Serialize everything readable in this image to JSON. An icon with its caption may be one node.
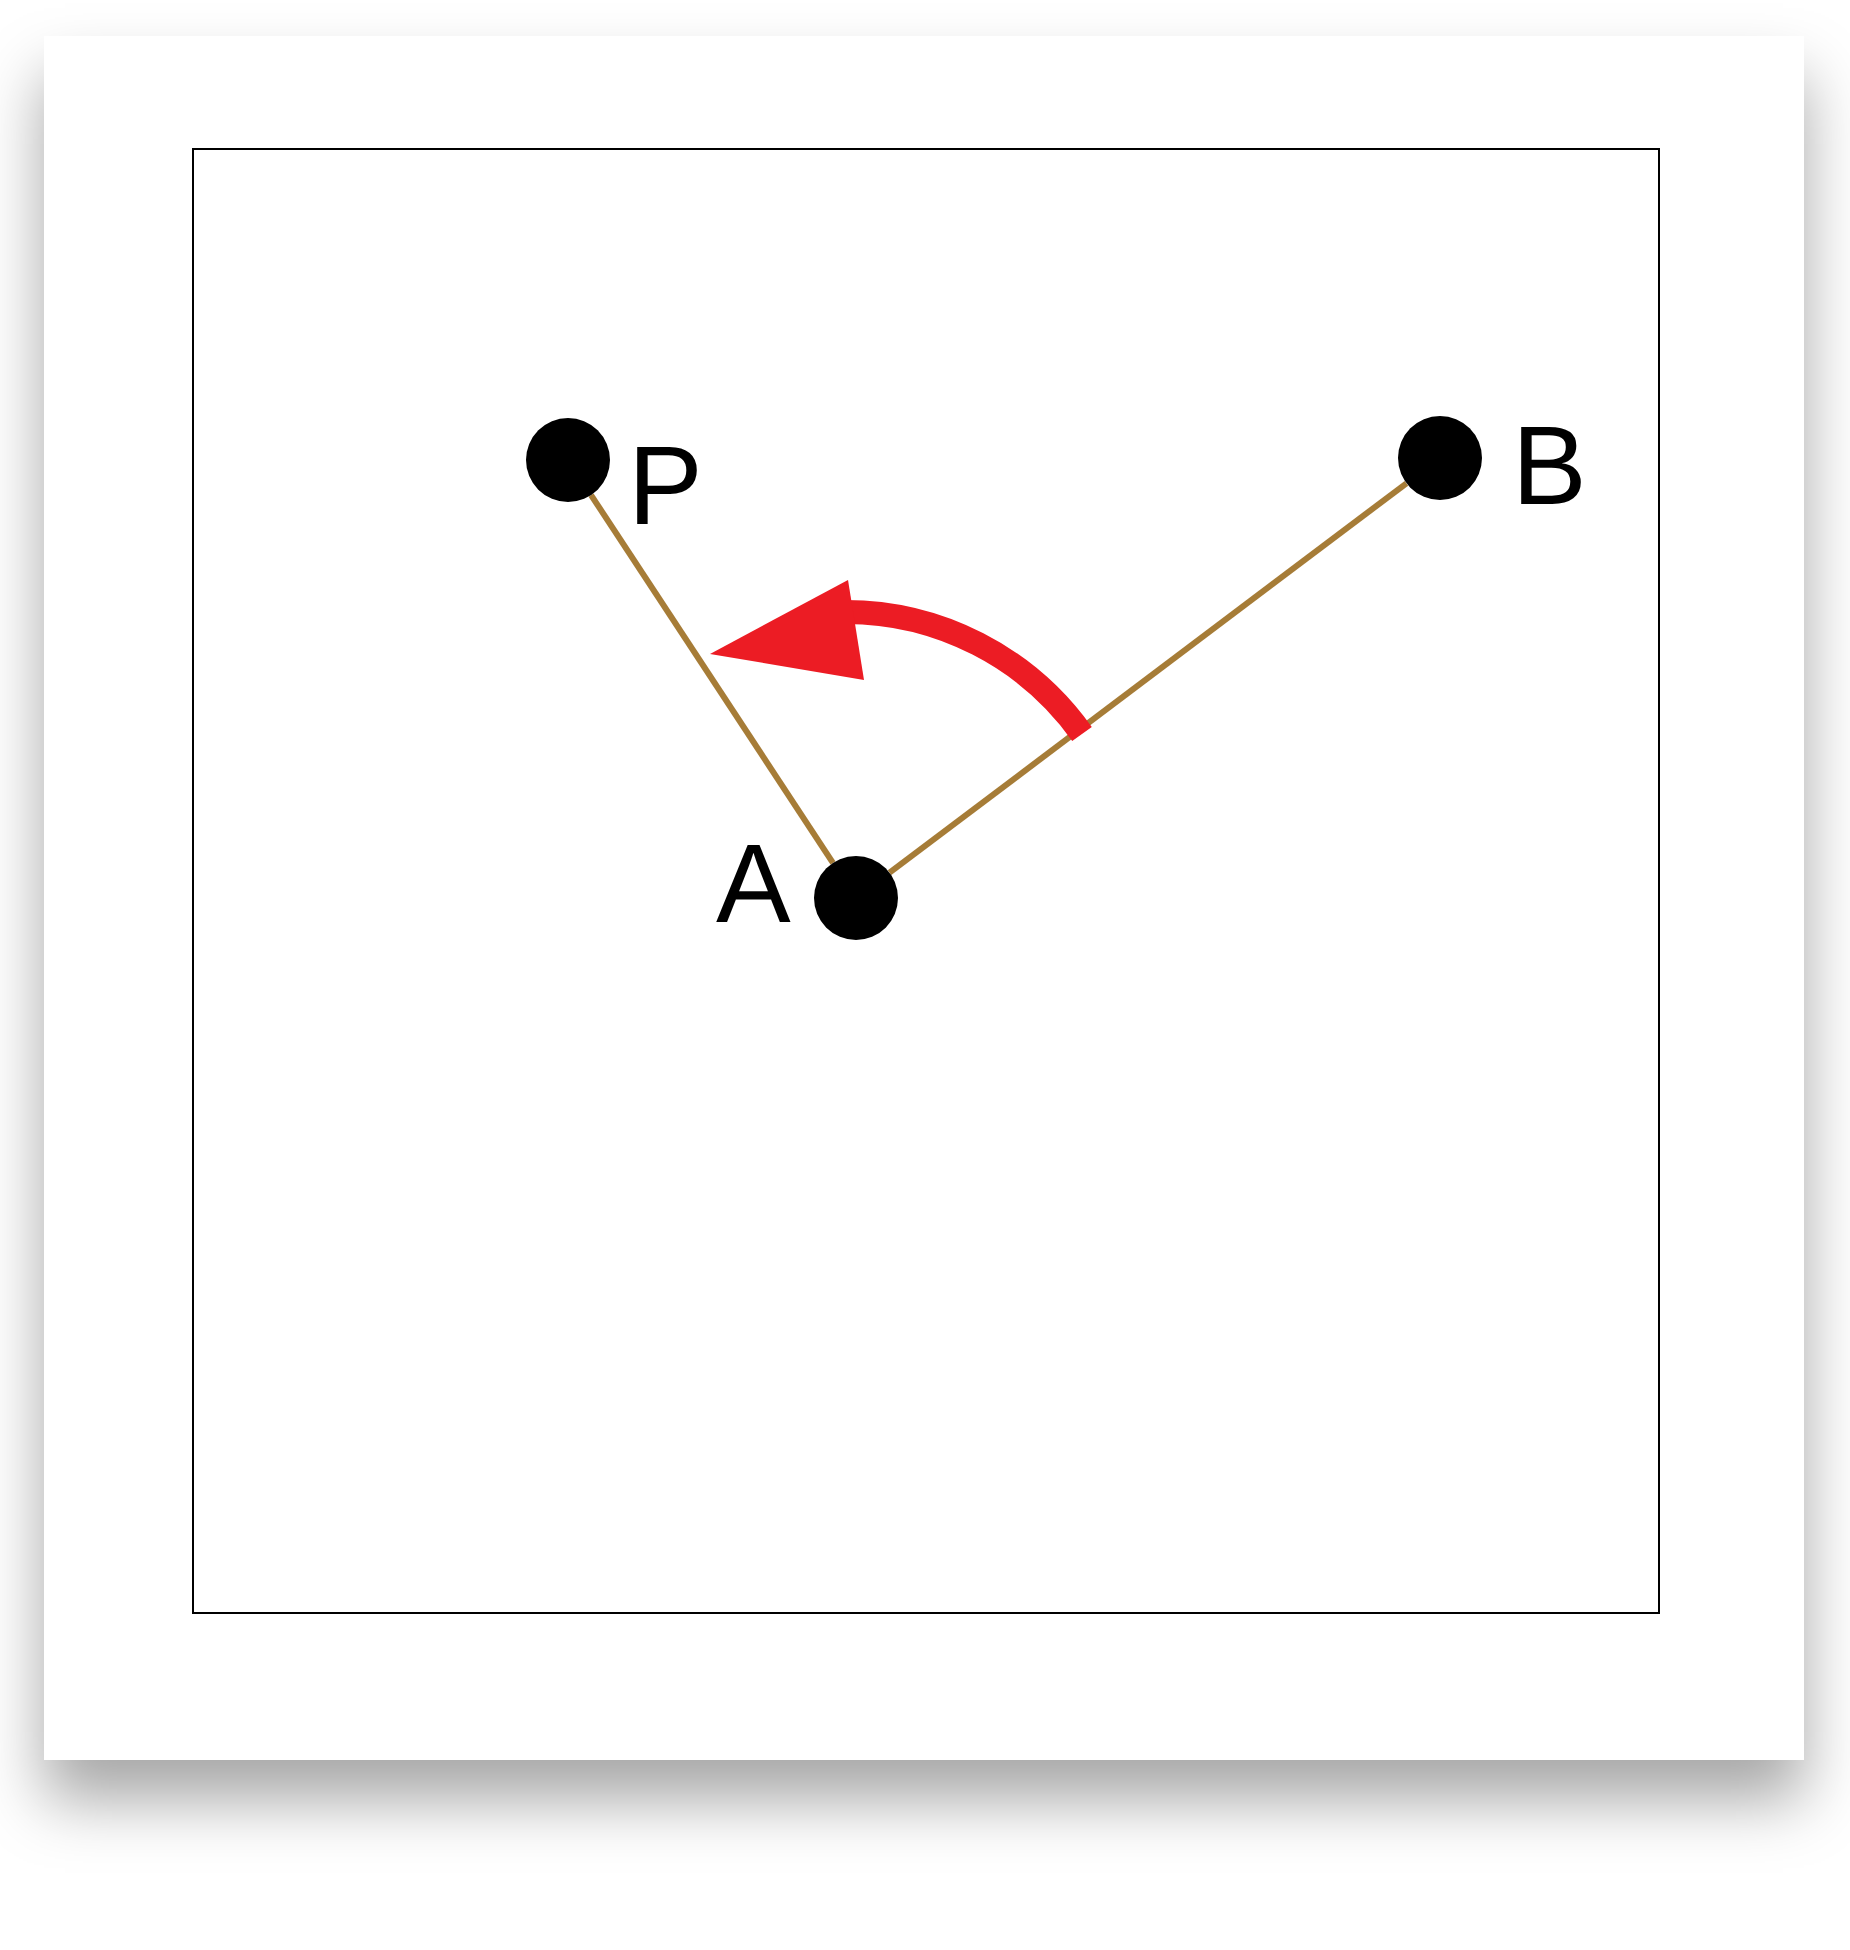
{
  "diagram": {
    "nodes": [
      {
        "text": [],
        "shape": "circle",
        "beside": [
          "P"
        ]
      },
      {
        "text": [],
        "shape": "circle",
        "beside": [
          "B"
        ]
      },
      {
        "text": [],
        "shape": "circle",
        "beside": [
          "A"
        ]
      }
    ],
    "edges": [
      {
        "from": 2,
        "to": 0,
        "arrow": "none"
      },
      {
        "from": 2,
        "to": 1,
        "arrow": "none"
      }
    ]
  }
}
